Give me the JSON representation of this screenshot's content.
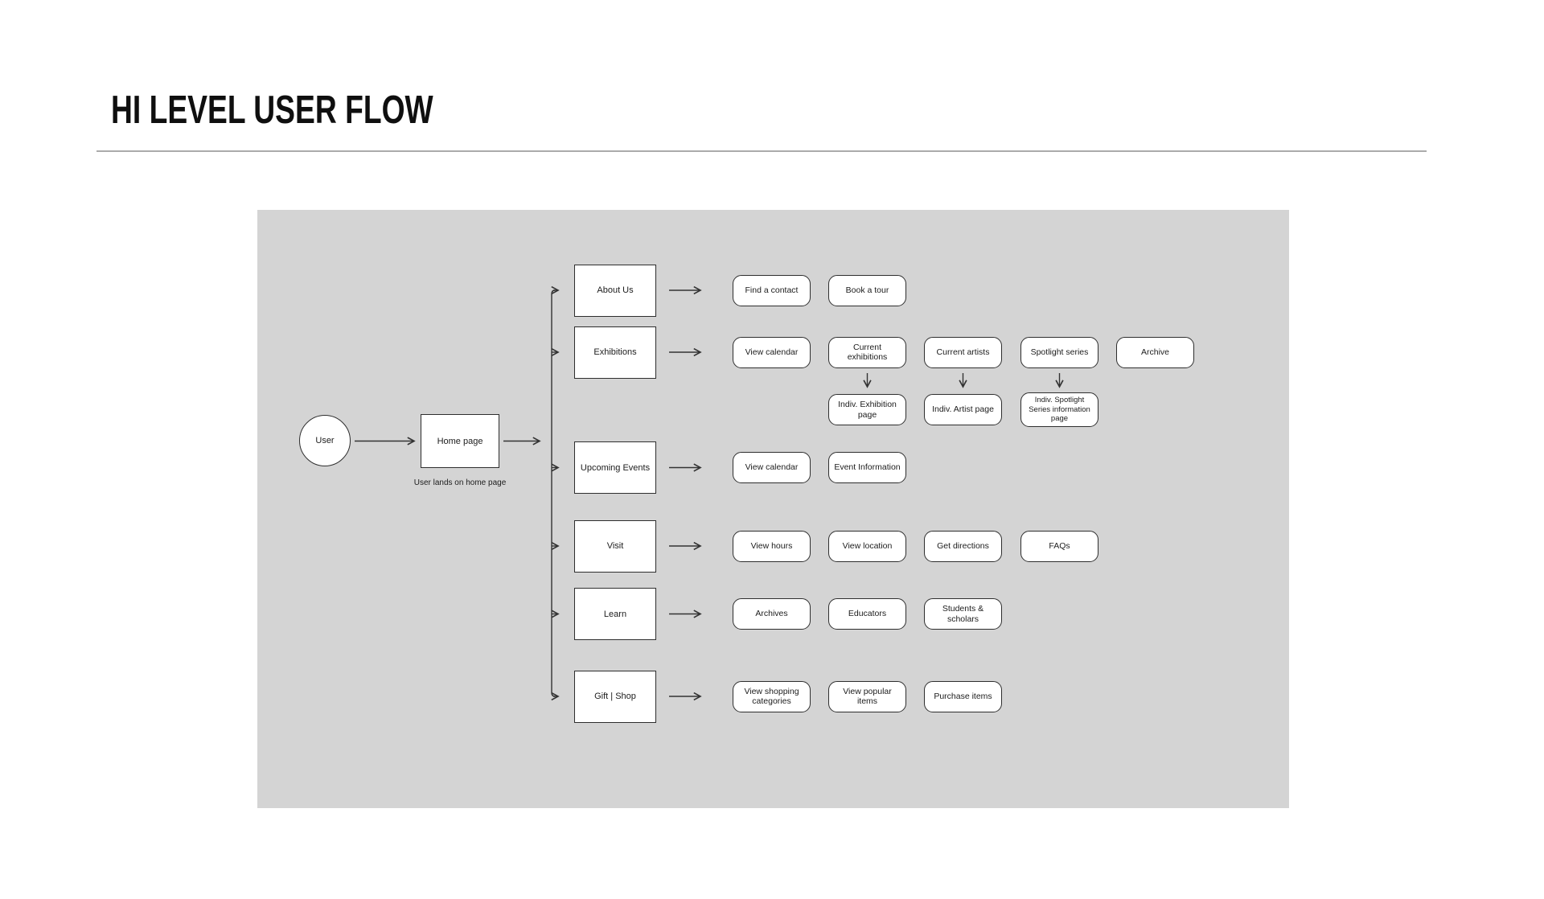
{
  "page": {
    "title": "HI LEVEL USER FLOW"
  },
  "colors": {
    "canvas_bg": "#d4d4d4",
    "node_fill": "#ffffff",
    "node_border": "#2e2e2e",
    "arrow": "#333333",
    "divider": "#ababab"
  },
  "diagram": {
    "start_label": "User",
    "home_label": "Home page",
    "home_caption": "User lands on home page",
    "categories": [
      "About Us",
      "Exhibitions",
      "Upcoming Events",
      "Visit",
      "Learn",
      "Gift | Shop"
    ],
    "children": {
      "about": [
        "Find a contact",
        "Book a tour"
      ],
      "exhibitions": [
        "View calendar",
        "Current exhibitions",
        "Current artists",
        "Spotlight series",
        "Archive"
      ],
      "exhibitions_sub": [
        "Indiv. Exhibition page",
        "Indiv. Artist page",
        "Indiv. Spotlight Series information page"
      ],
      "events": [
        "View calendar",
        "Event Information"
      ],
      "visit": [
        "View hours",
        "View location",
        "Get directions",
        "FAQs"
      ],
      "learn": [
        "Archives",
        "Educators",
        "Students & scholars"
      ],
      "shop": [
        "View shopping categories",
        "View popular items",
        "Purchase items"
      ]
    }
  }
}
